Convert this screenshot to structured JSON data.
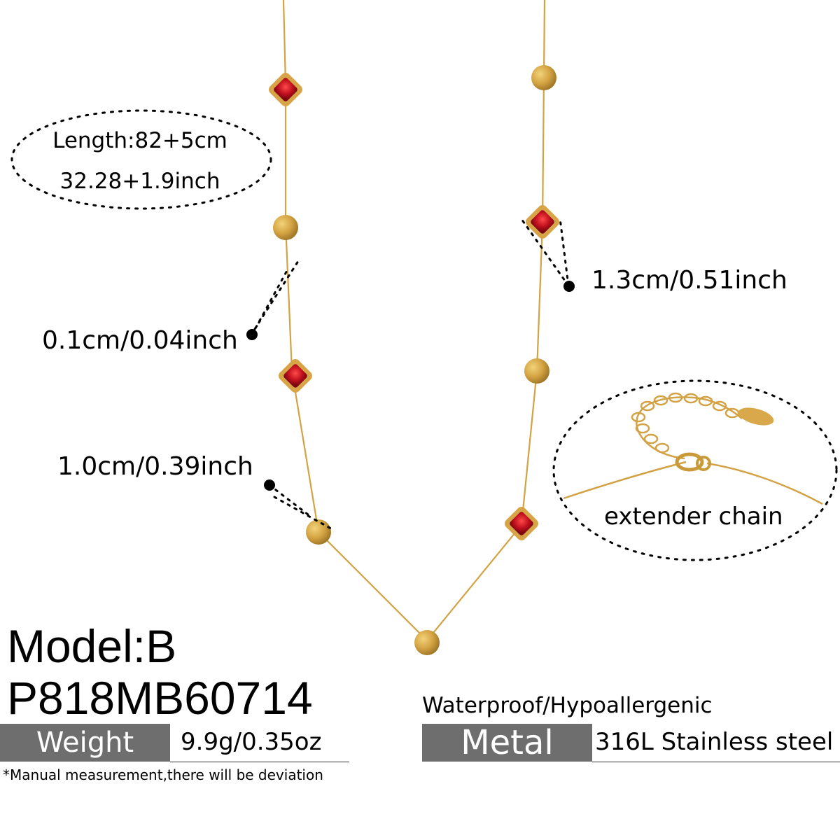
{
  "product": {
    "length_label": "Length:82+5cm",
    "length_inch": "32.28+1.9inch",
    "stone_size": "1.3cm/0.51inch",
    "chain_size": "0.1cm/0.04inch",
    "bead_size": "1.0cm/0.39inch",
    "extender_label": "extender  chain",
    "model": "Model:B",
    "sku": "P818MB60714",
    "weight_label": "Weight",
    "weight_value": "9.9g/0.35oz",
    "features": "Waterproof/Hypoallergenic",
    "metal_label": "Metal",
    "metal_value": "316L Stainless steel",
    "note": "*Manual measurement,there will be deviation"
  },
  "colors": {
    "gold": "#d9a84a",
    "ruby": "#c0101e",
    "label_box": "#6e6e6e"
  }
}
